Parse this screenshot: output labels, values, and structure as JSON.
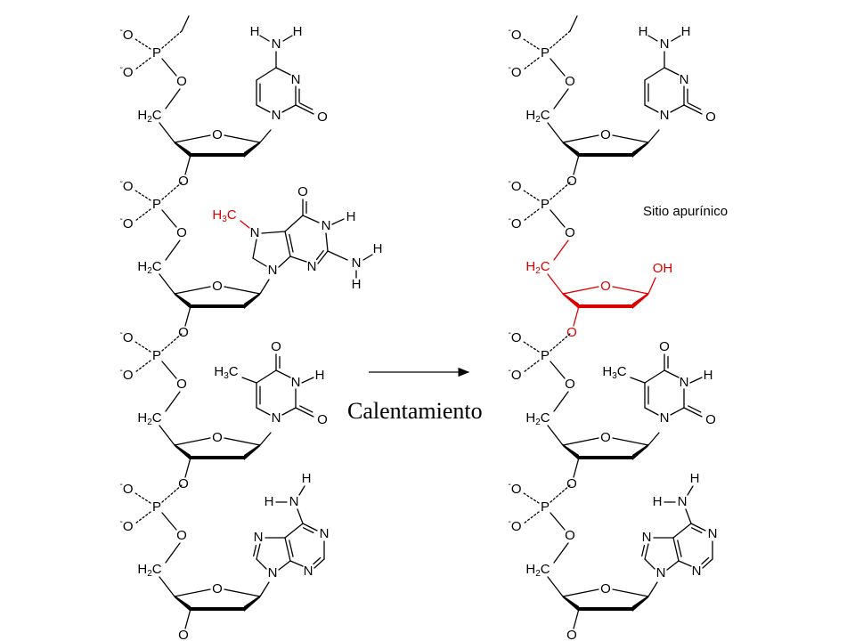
{
  "colors": {
    "ink": "#000000",
    "highlight": "#dd0000",
    "background": "#ffffff"
  },
  "arrow": {
    "caption": "Calentamiento"
  },
  "annotation": {
    "text": "Sitio apurínico"
  },
  "atoms": {
    "oxygen": "O",
    "phosphorus": "P",
    "nitrogen": "N",
    "hydrogen": "H",
    "carbon": "C",
    "charge_minus": "-",
    "sub_2": "2",
    "sub_3": "3",
    "hydroxyl": "OH"
  },
  "strands": [
    {
      "side": "left",
      "units": [
        "cytosine",
        "7-methylguanine",
        "thymine",
        "adenine"
      ]
    },
    {
      "side": "right",
      "units": [
        "cytosine",
        "apurinic site",
        "thymine",
        "adenine"
      ]
    }
  ]
}
